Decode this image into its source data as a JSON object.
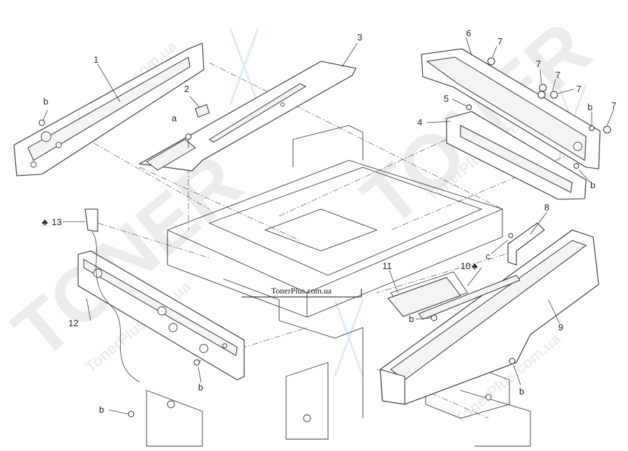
{
  "site_label": "TonerPlus.com.ua",
  "watermark": {
    "brand": "TONER",
    "site": "TonerPlus.com.ua"
  },
  "callouts": {
    "p1": "1",
    "p2": "2",
    "p3": "3",
    "p4": "4",
    "p5": "5",
    "p6": "6",
    "p7a": "7",
    "p7b": "7",
    "p7c": "7",
    "p7d": "7",
    "p7e": "7",
    "p8": "8",
    "p9": "9",
    "p10": "10",
    "p11": "11",
    "p12": "12",
    "p13": "13",
    "ba": "b",
    "bb": "b",
    "bc": "b",
    "bd": "b",
    "be": "b",
    "bf": "b",
    "bg": "b",
    "a": "a",
    "c": "c",
    "club13": "♣",
    "club10": "♣"
  },
  "colors": {
    "line": "#2a2a2a",
    "watermark": "#d9dde0",
    "watermark_accent": "#cfe3f2"
  }
}
